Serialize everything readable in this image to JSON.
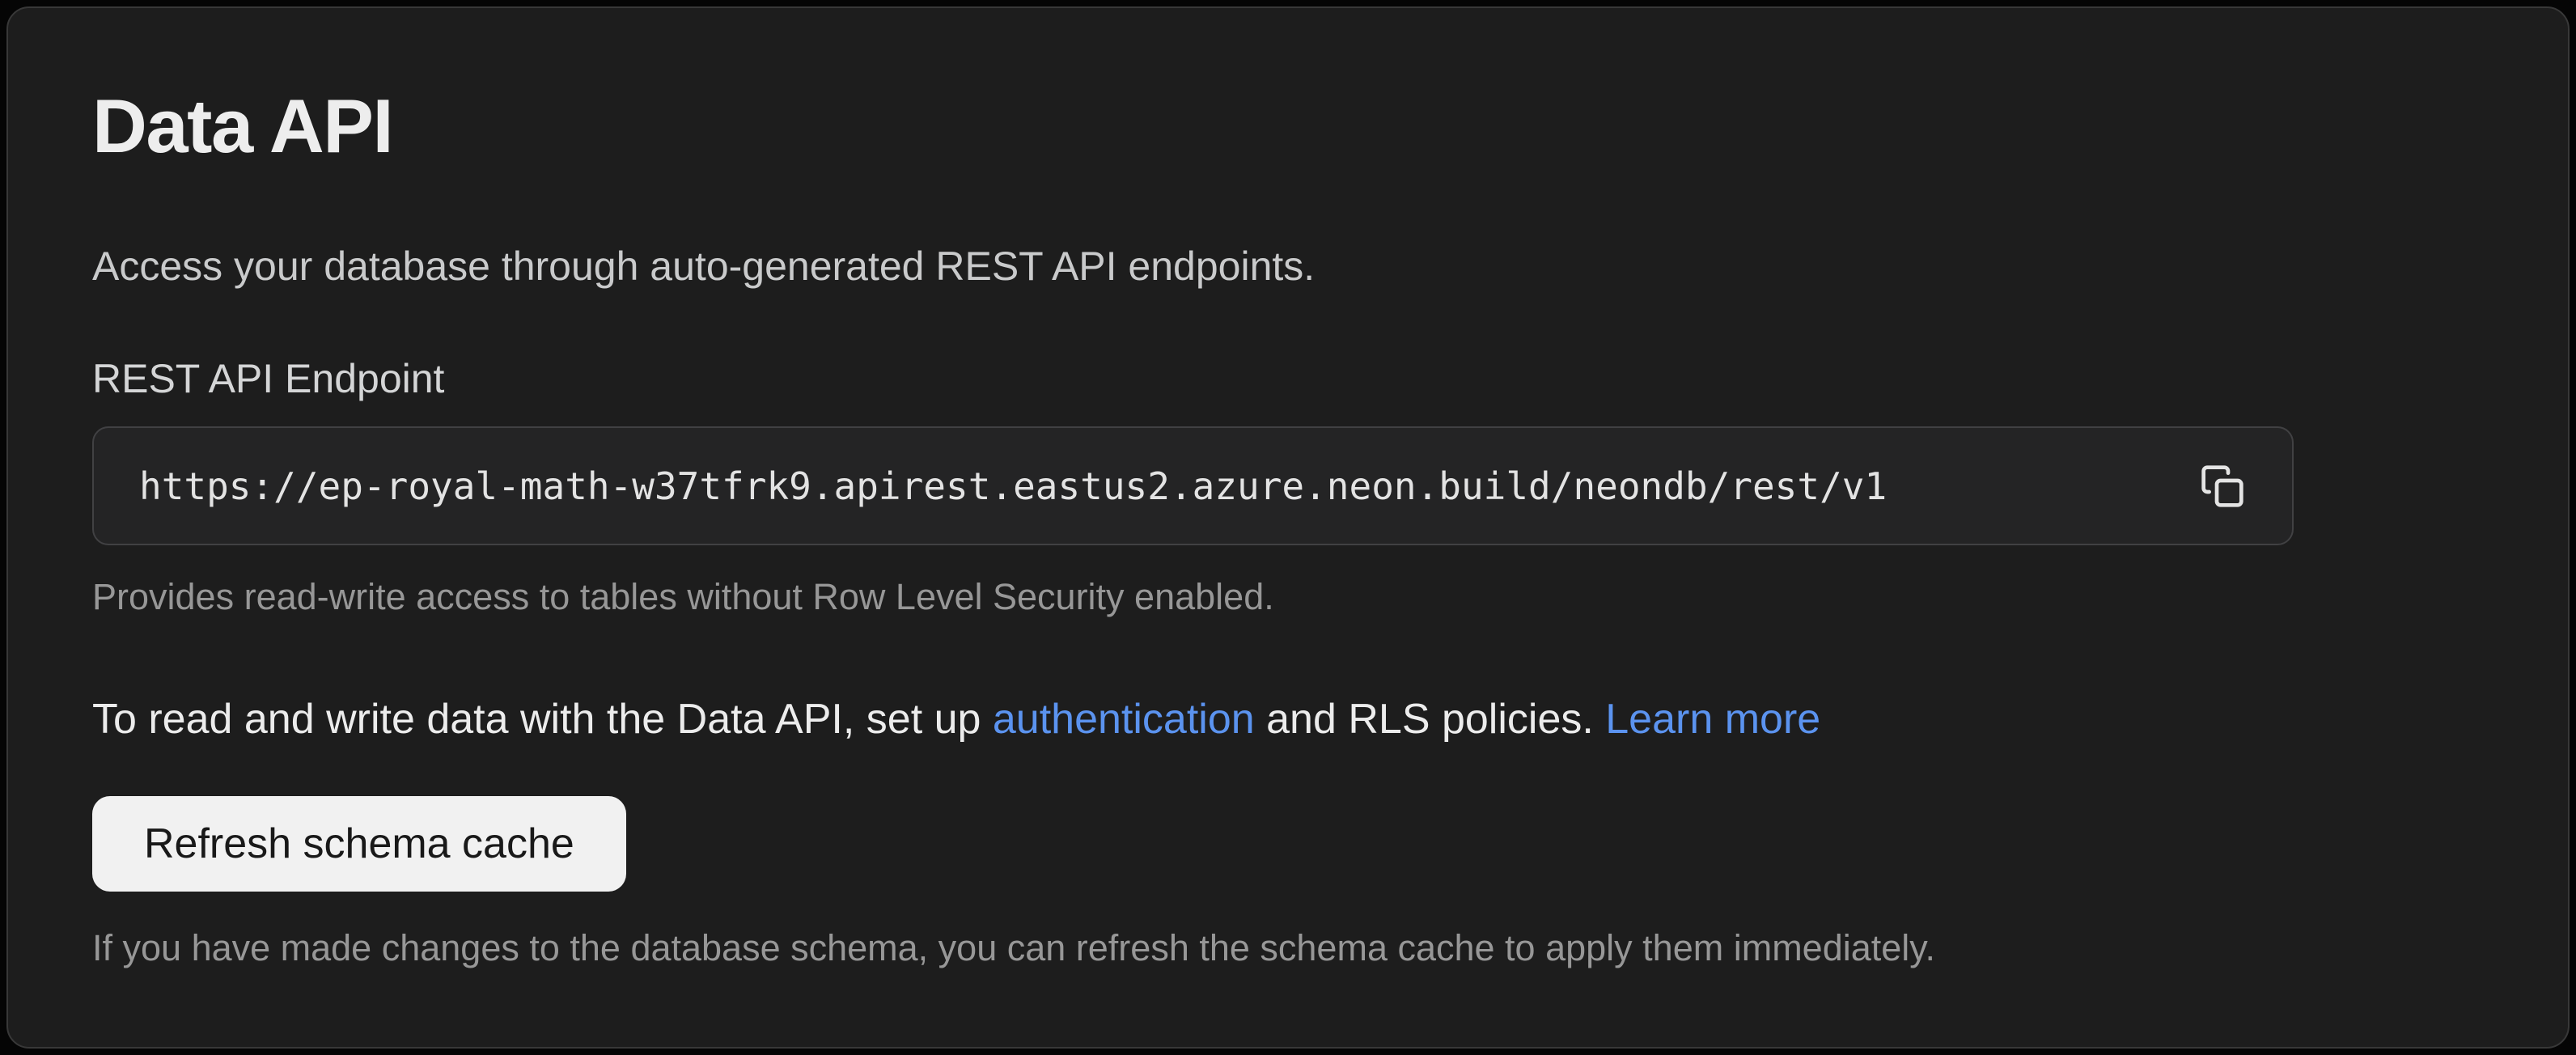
{
  "panel": {
    "title": "Data API",
    "description": "Access your database through auto-generated REST API endpoints.",
    "endpoint": {
      "label": "REST API Endpoint",
      "url": "https://ep-royal-math-w37tfrk9.apirest.eastus2.azure.neon.build/neondb/rest/v1",
      "copy_icon": "copy-icon",
      "helper": "Provides read-write access to tables without Row Level Security enabled."
    },
    "auth_note": {
      "prefix": "To read and write data with the Data API, set up ",
      "authentication_link": "authentication",
      "middle": " and RLS policies. ",
      "learn_more_link": "Learn more"
    },
    "refresh": {
      "button_label": "Refresh schema cache",
      "helper": "If you have made changes to the database schema, you can refresh the schema cache to apply them immediately."
    },
    "colors": {
      "page_background": "#050505",
      "panel_background": "#1d1d1d",
      "panel_border": "#383838",
      "field_background": "#242425",
      "link": "#5b93ef",
      "button_background": "#f1f1f1",
      "button_text": "#191919",
      "muted_text": "#979797"
    }
  }
}
